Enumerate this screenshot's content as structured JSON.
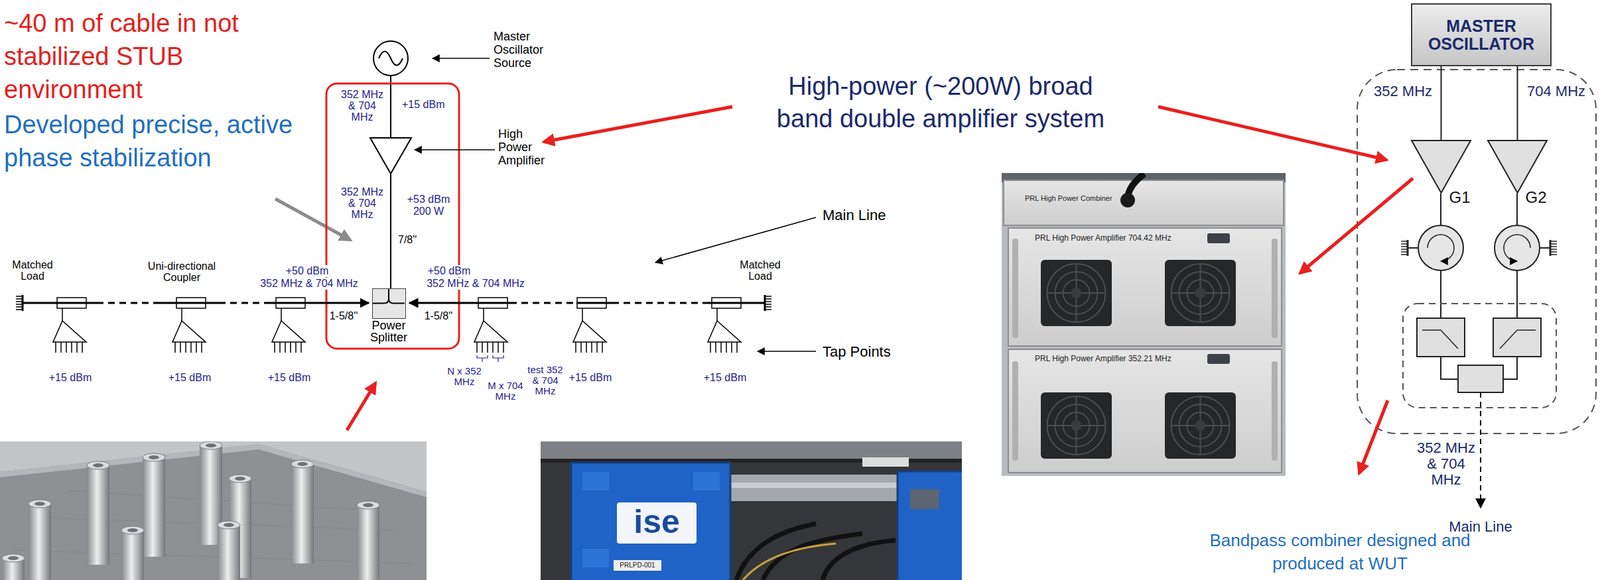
{
  "diagram": {
    "nodes": [
      {
        "text": [
          "Power Splitter"
        ]
      },
      {
        "text": [
          "MASTER OSCILLATOR"
        ]
      },
      {
        "text": [
          "G1"
        ]
      },
      {
        "text": [
          "G2"
        ]
      }
    ],
    "edges": [
      {
        "from": 1,
        "to": 2,
        "arrow": "none",
        "label": "352 MHz"
      },
      {
        "from": 1,
        "to": 3,
        "arrow": "none",
        "label": "704 MHz"
      }
    ],
    "labels": [
      "~40 m of cable in not stabilized STUB environment",
      "Developed precise, active phase stabilization",
      "Master Oscillator Source",
      "352 MHz & 704 MHz",
      "+15 dBm",
      "High Power Amplifier",
      "352 MHz & 704 MHz",
      "+53 dBm 200 W",
      "7/8''",
      "Main Line",
      "Matched Load",
      "Uni-directional Coupler",
      "+50 dBm",
      "352 MHz & 704 MHz",
      "+50 dBm",
      "352 MHz & 704 MHz",
      "1-5/8''",
      "1-5/8''",
      "Matched Load",
      "+15 dBm",
      "+15 dBm",
      "+15 dBm",
      "+15 dBm",
      "+15 dBm",
      "N x 352 MHz",
      "M x 704 MHz",
      "test 352 & 704 MHz",
      "Tap Points",
      "High-power (~200W) broad band double amplifier system",
      "PRL High Power Combiner",
      "PRL High Power Amplifier 704.42 MHz",
      "PRL High Power Amplifier 352.21 MHz",
      "ise",
      "PRLPD-001",
      "352 MHz & 704 MHz",
      "Main Line",
      "Bandpass combiner designed and produced at WUT"
    ]
  }
}
